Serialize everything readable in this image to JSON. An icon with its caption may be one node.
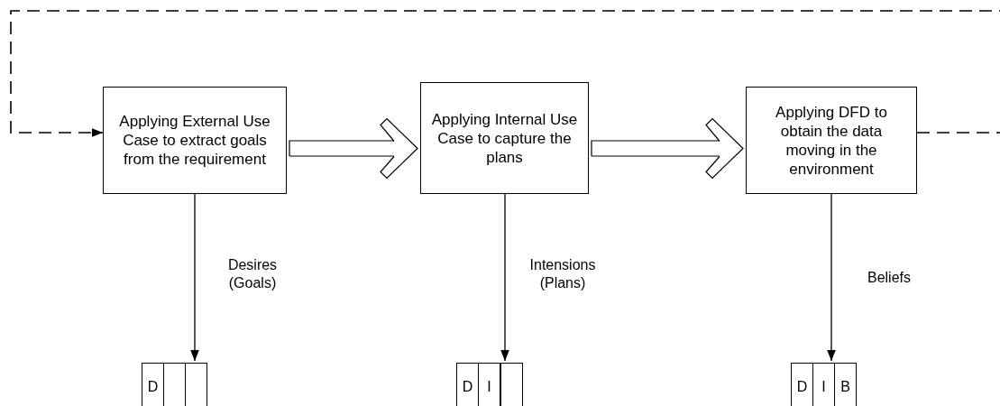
{
  "diagram": {
    "nodes": [
      {
        "text": [
          "Applying External Use Case to extract goals from the requirement"
        ]
      },
      {
        "text": [
          "Applying Internal Use Case to capture the plans"
        ]
      },
      {
        "text": [
          "Applying DFD to obtain the data moving in the environment"
        ]
      },
      {
        "text": [],
        "shape": "box"
      },
      {
        "text": [
          "D"
        ],
        "in": 3
      },
      {
        "text": [],
        "shape": "box",
        "in": 3
      },
      {
        "text": [],
        "shape": "box",
        "in": 3
      },
      {
        "text": [],
        "shape": "box"
      },
      {
        "text": [
          "D"
        ],
        "in": 7
      },
      {
        "text": [
          "I"
        ],
        "in": 7
      },
      {
        "text": [],
        "shape": "box",
        "in": 7
      },
      {
        "text": [],
        "shape": "box"
      },
      {
        "text": [
          "D"
        ],
        "in": 11
      },
      {
        "text": [
          "I"
        ],
        "in": 11
      },
      {
        "text": [
          "B"
        ],
        "in": 11
      }
    ],
    "edges": [
      {
        "from": 0,
        "to": 1,
        "arrow": "to"
      },
      {
        "from": 1,
        "to": 2,
        "arrow": "to"
      },
      {
        "from": 2,
        "to": 0,
        "arrow": "to",
        "style": "dashed"
      },
      {
        "from": 0,
        "to": 3,
        "arrow": "to",
        "label": "Desires (Goals)"
      },
      {
        "from": 1,
        "to": 7,
        "arrow": "to",
        "label": "Intensions (Plans)"
      },
      {
        "from": 2,
        "to": 11,
        "arrow": "to",
        "label": "Beliefs"
      }
    ]
  }
}
